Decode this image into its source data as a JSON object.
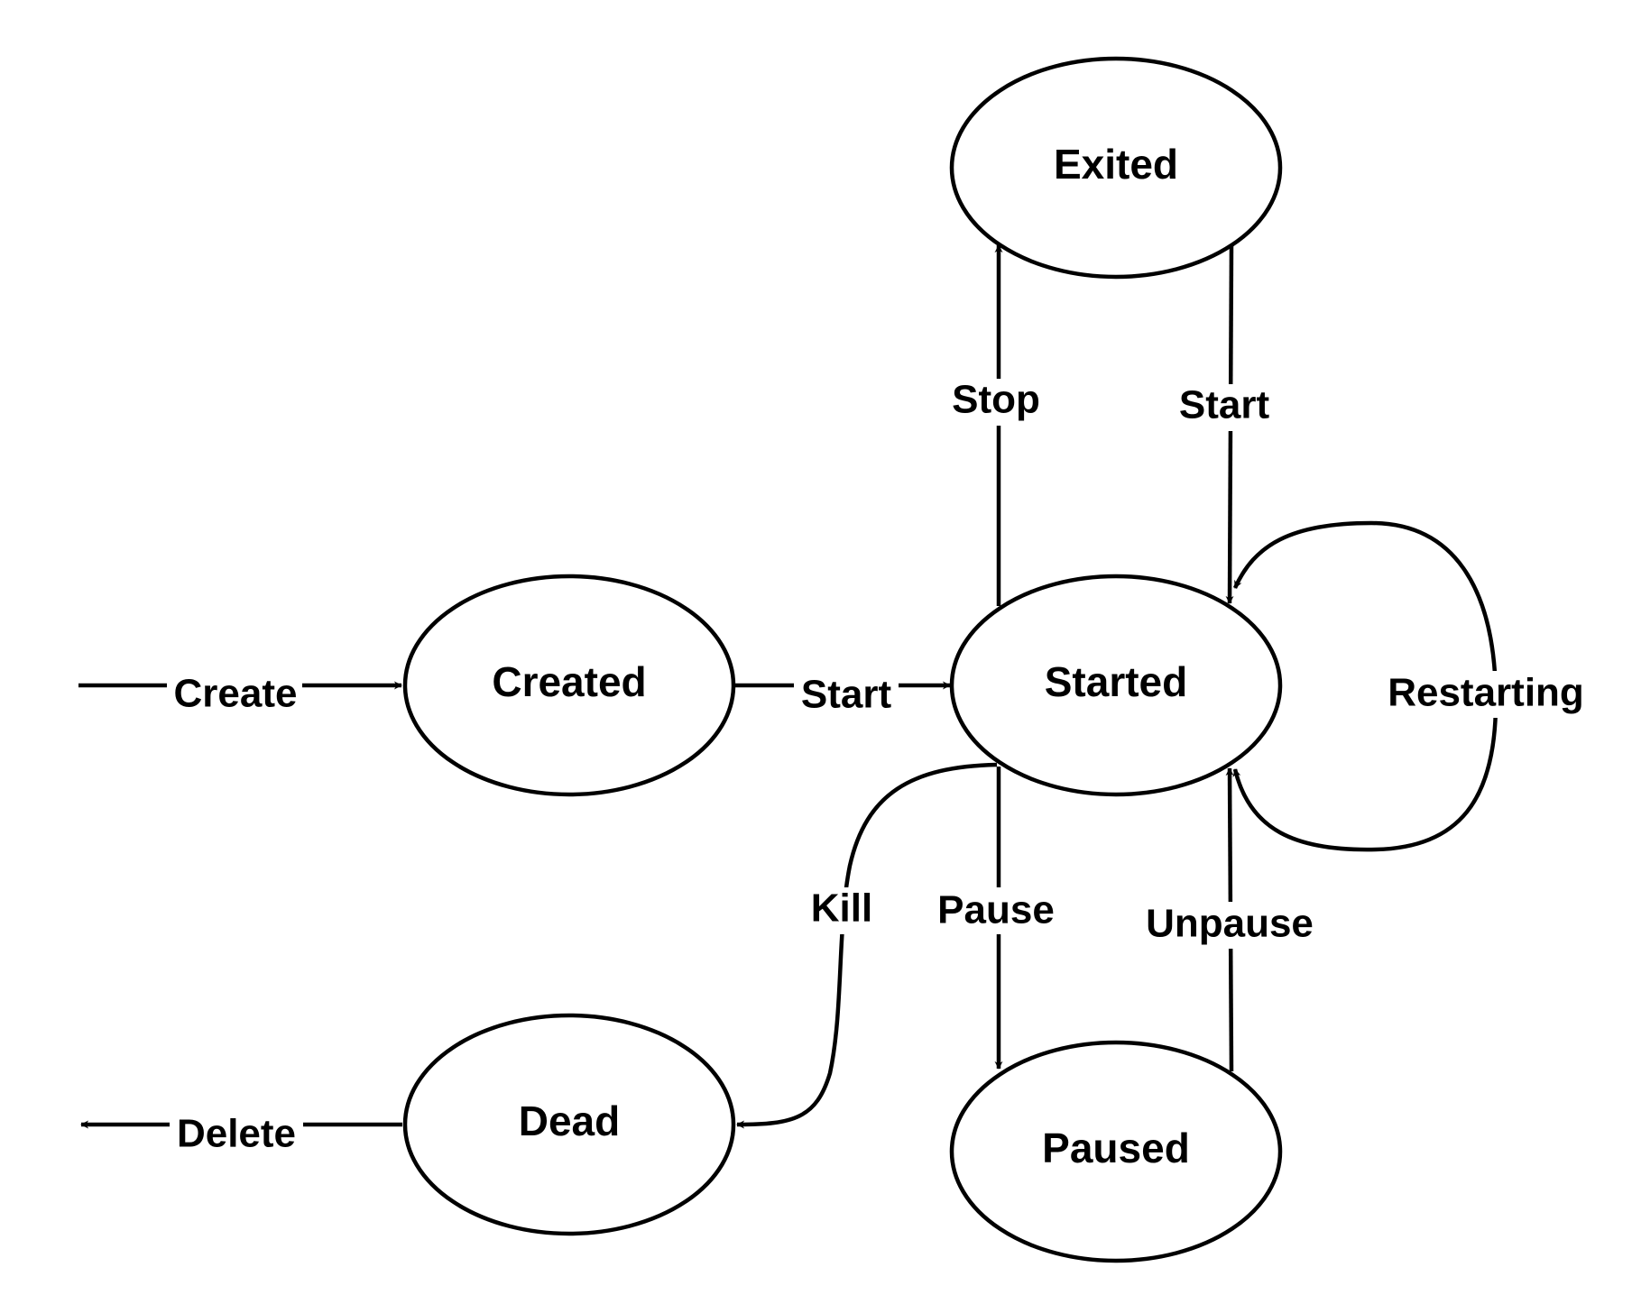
{
  "states": {
    "exited": "Exited",
    "created": "Created",
    "started": "Started",
    "dead": "Dead",
    "paused": "Paused"
  },
  "transitions": {
    "create": "Create",
    "start_from_created": "Start",
    "stop": "Stop",
    "start_from_exited": "Start",
    "restarting": "Restarting",
    "kill": "Kill",
    "pause": "Pause",
    "unpause": "Unpause",
    "delete": "Delete"
  }
}
